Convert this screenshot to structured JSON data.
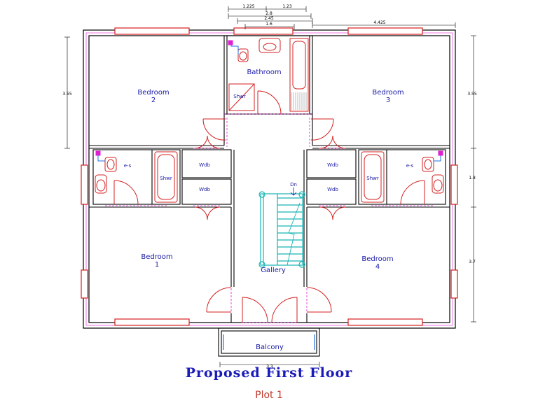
{
  "rooms": {
    "bedroom2": {
      "name": "Bedroom",
      "num": "2"
    },
    "bedroom3": {
      "name": "Bedroom",
      "num": "3"
    },
    "bedroom1": {
      "name": "Bedroom",
      "num": "1"
    },
    "bedroom4": {
      "name": "Bedroom",
      "num": "4"
    },
    "bathroom": "Bathroom",
    "gallery": "Gallery",
    "balcony": "Balcony",
    "ensuite_left": "e-s",
    "ensuite_right": "e-s",
    "shower_bath": "Shwr",
    "shower_left": "Shwr",
    "shower_right": "Shwr",
    "wdb_left_top": "Wdb",
    "wdb_left_bottom": "Wdb",
    "wdb_right_top": "Wdb",
    "wdb_right_bottom": "Wdb",
    "stair_dn": "Dn"
  },
  "dimensions": {
    "top_1": "1.225",
    "top_2": "1.23",
    "top_3": "2.8",
    "top_4": "2.45",
    "top_5": "1.6",
    "top_right": "4.425",
    "left_1": "3.55",
    "right_1": "3.55",
    "right_2": "1.8",
    "right_3": "3.7",
    "bottom_balcony": "3.3"
  },
  "title": "Proposed First Floor",
  "subtitle": "Plot 1",
  "colors": {
    "wall": "#000000",
    "window": "#d42020",
    "door": "#d42020",
    "stair": "#19b5b5",
    "dashed": "#e01fd0",
    "text": "#1a1aa6",
    "plumbing": "#2070e0"
  }
}
